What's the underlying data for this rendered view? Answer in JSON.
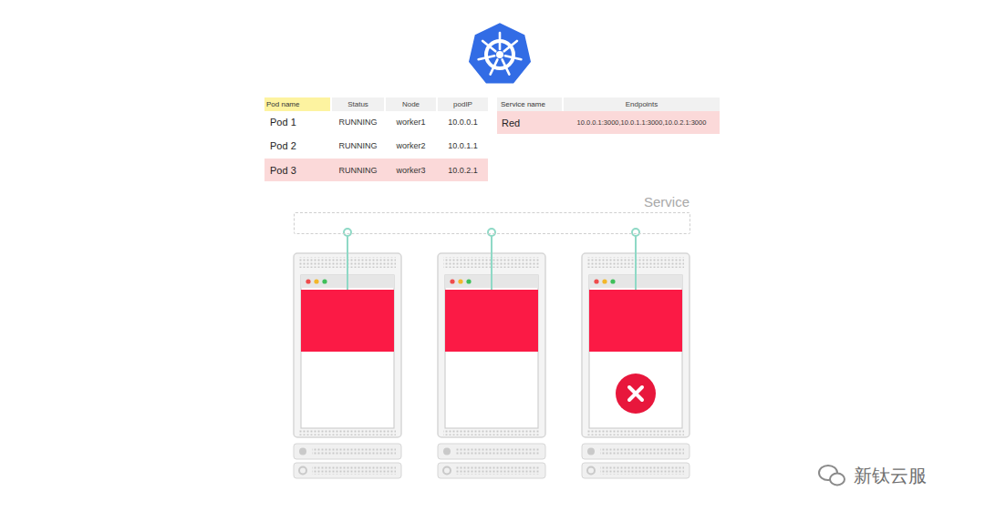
{
  "diagram": {
    "nodes": [
      {
        "text": [
          "Service"
        ]
      }
    ],
    "edges": [],
    "labels": [
      "Pod name",
      "Status",
      "Node",
      "podIP",
      "Pod 1",
      "RUNNING",
      "worker1",
      "10.0.0.1",
      "Pod 2",
      "RUNNING",
      "worker2",
      "10.0.1.1",
      "Pod 3",
      "RUNNING",
      "worker3",
      "10.0.2.1",
      "Service name",
      "Endpoints",
      "Red",
      "10.0.0.1:3000,10.0.1.1:3000,10.0.2.1:3000",
      "新钛云服"
    ]
  }
}
